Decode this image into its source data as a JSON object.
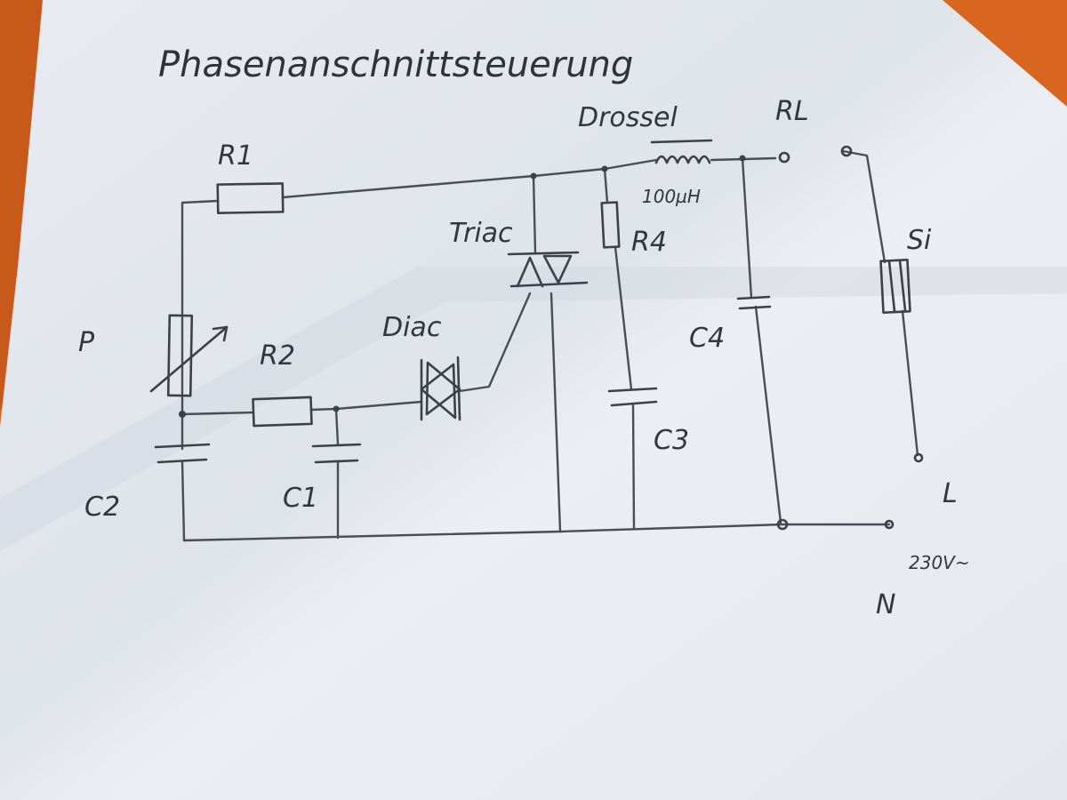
{
  "title": "Phasenanschnittsteuerung",
  "labels": {
    "r1": "R1",
    "p": "P",
    "r2": "R2",
    "diac": "Diac",
    "triac": "Triac",
    "drossel": "Drossel",
    "inductance": "100µH",
    "r4": "R4",
    "rl": "RL",
    "si": "Si",
    "c1": "C1",
    "c2": "C2",
    "c3": "C3",
    "c4": "C4",
    "l": "L",
    "n": "N",
    "voltage": "230V~"
  },
  "colors": {
    "paper": "#e6e9ef",
    "ink": "#3d4048",
    "background": "#d9661f"
  }
}
